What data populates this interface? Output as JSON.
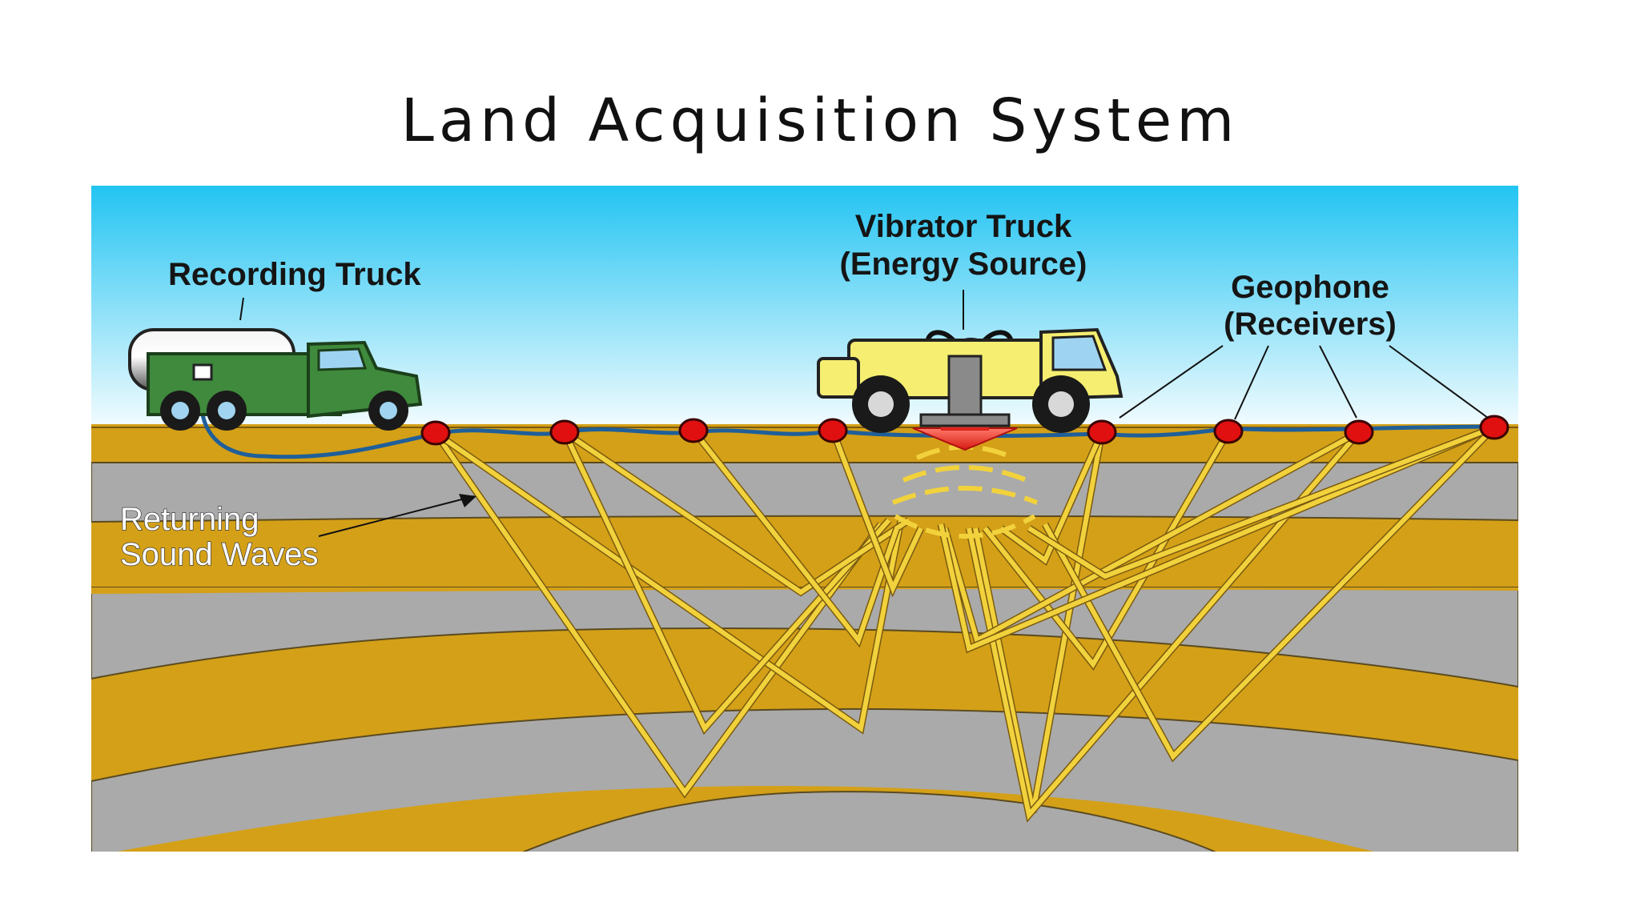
{
  "title": "Land Acquisition System",
  "labels": {
    "recording_truck": "Recording Truck",
    "vibrator_truck_line1": "Vibrator Truck",
    "vibrator_truck_line2": "(Energy Source)",
    "geophone_line1": "Geophone",
    "geophone_line2": "(Receivers)",
    "returning_line1": "Returning",
    "returning_line2": "Sound Waves"
  },
  "colors": {
    "sky_top": "#22c4f2",
    "sky_bottom": "#ffffff",
    "sand_layer": "#d4a017",
    "gray_layer": "#aaaaaa",
    "ray": "#f2d23c",
    "geophone": "#e01010",
    "recording_truck_cab": "#3f8a3c",
    "vibrator_truck_body": "#f5ee70"
  }
}
